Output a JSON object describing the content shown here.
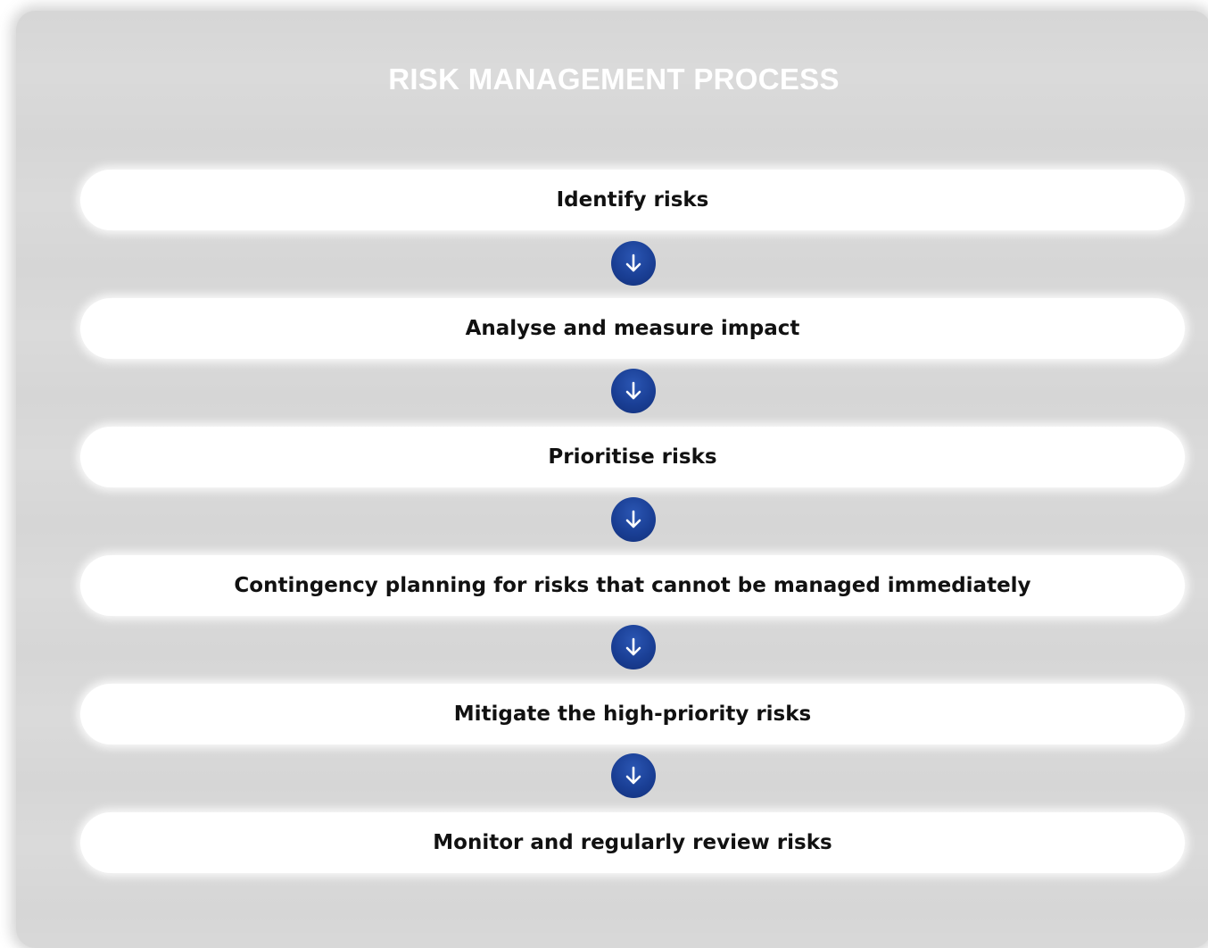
{
  "diagram": {
    "title": "RISK MANAGEMENT PROCESS",
    "steps": [
      {
        "label": "Identify risks"
      },
      {
        "label": "Analyse and measure impact"
      },
      {
        "label": "Prioritise risks"
      },
      {
        "label": "Contingency planning for risks that cannot be managed immediately"
      },
      {
        "label": "Mitigate the high-priority risks"
      },
      {
        "label": "Monitor and regularly review risks"
      }
    ],
    "arrow_icon": "arrow-down-icon",
    "colors": {
      "background": "#d6d6d6",
      "title": "#ffffff",
      "step_fill": "#ffffff",
      "step_text": "#111111",
      "arrow_fill": "#1a3f95",
      "arrow_glyph": "#ffffff"
    }
  }
}
